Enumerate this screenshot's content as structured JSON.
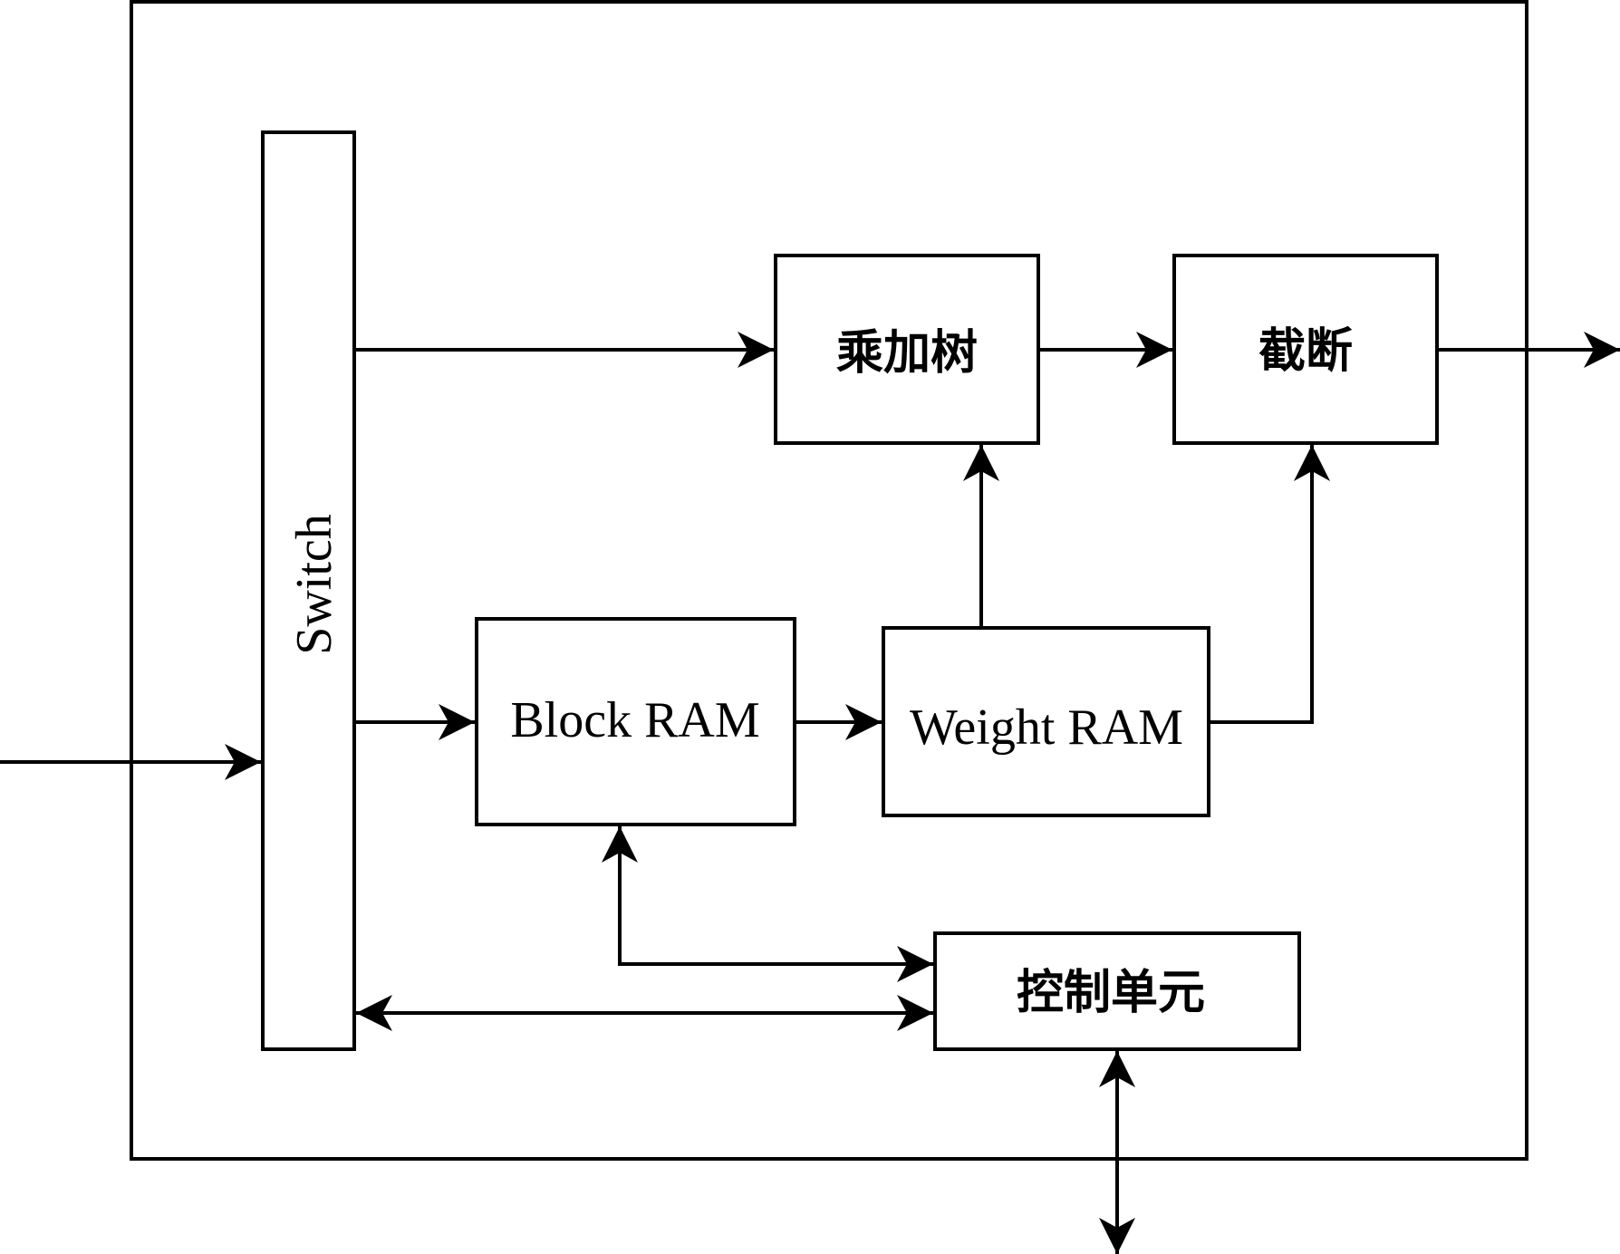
{
  "blocks": {
    "switch": "Switch",
    "mac_tree": "乘加树",
    "truncate": "截断",
    "block_ram": "Block RAM",
    "weight_ram": "Weight RAM",
    "control_unit": "控制单元"
  }
}
